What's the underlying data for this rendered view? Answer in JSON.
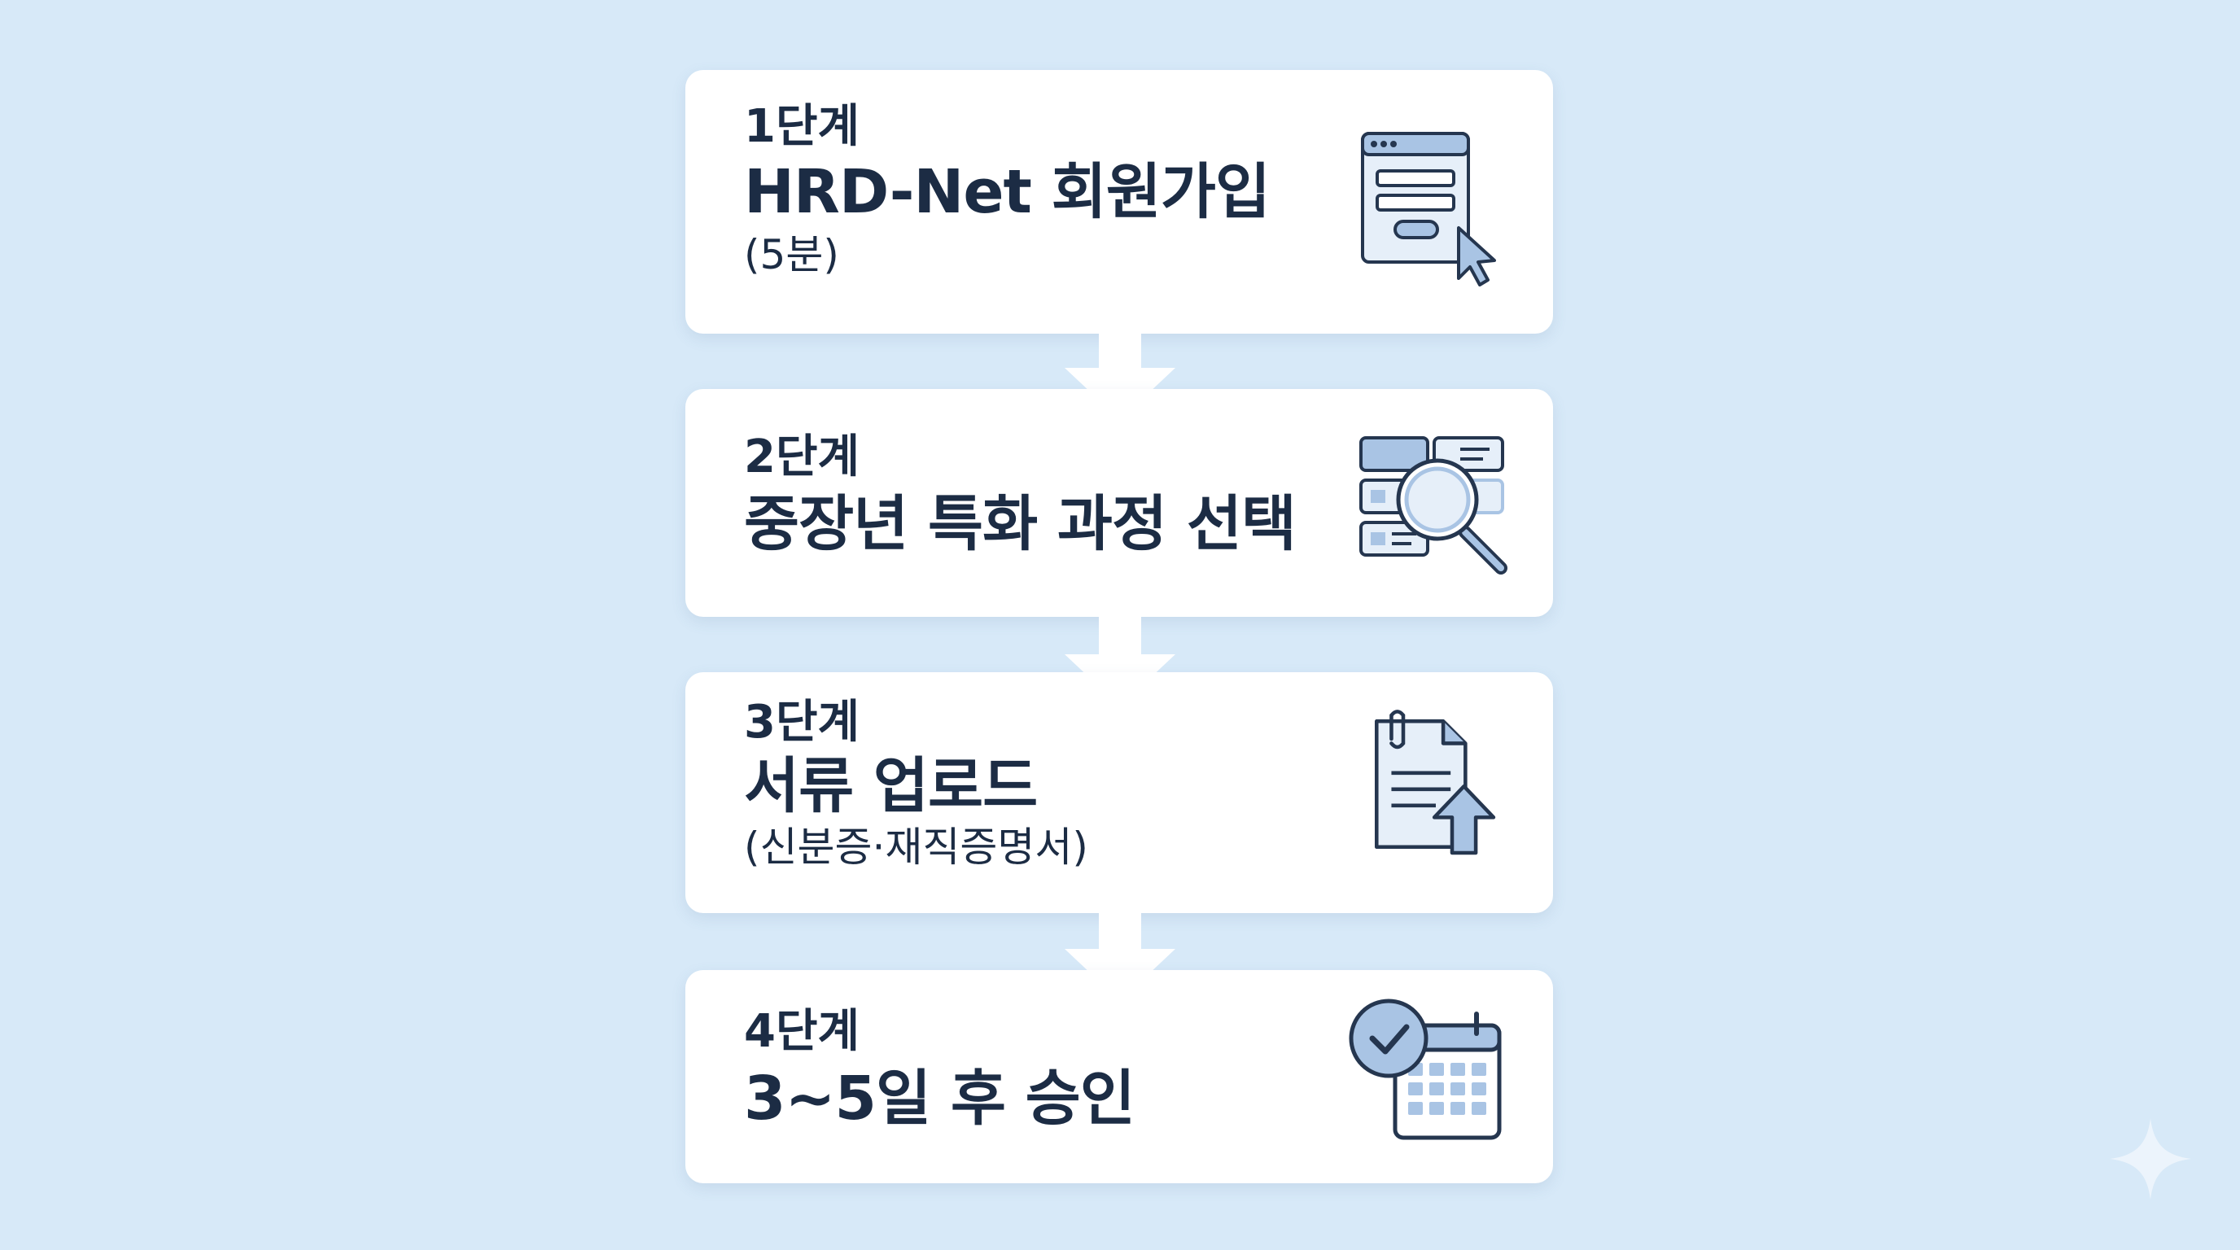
{
  "steps": [
    {
      "label": "1단계",
      "title": "HRD-Net 회원가입",
      "subtitle": "(5분)",
      "icon": "browser-form-click-icon"
    },
    {
      "label": "2단계",
      "title": "중장년 특화 과정 선택",
      "subtitle": "",
      "icon": "search-list-icon"
    },
    {
      "label": "3단계",
      "title": "서류 업로드",
      "subtitle": "(신분증·재직증명서)",
      "icon": "document-upload-icon"
    },
    {
      "label": "4단계",
      "title": "3~5일 후 승인",
      "subtitle": "",
      "icon": "calendar-check-icon"
    }
  ],
  "colors": {
    "background": "#d7e9f8",
    "card": "#ffffff",
    "text": "#1c2c44",
    "icon_stroke": "#25364f",
    "icon_fill": "#a9c4e4",
    "icon_fill_light": "#e6eff9"
  }
}
